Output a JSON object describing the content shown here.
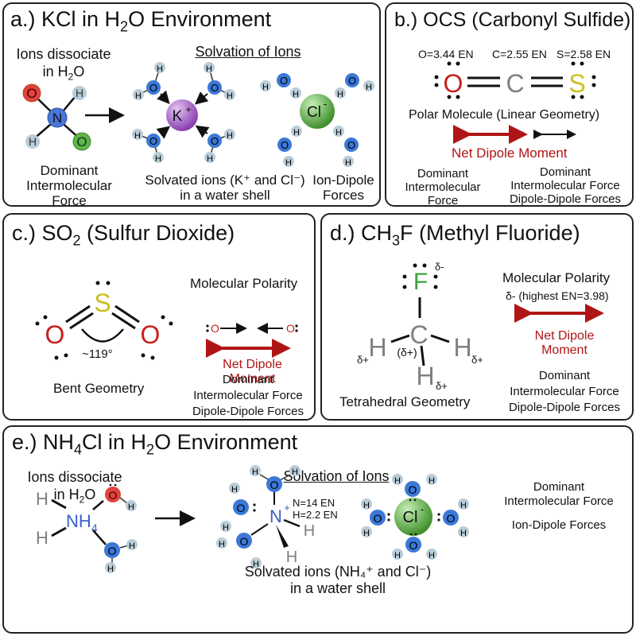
{
  "colors": {
    "oxygen_blue": "#3b78d8",
    "oxygen_red": "#e0443e",
    "hydrogen": "#b9ccd8",
    "nitrogen": "#4a74d6",
    "potassium": "#a65bc9",
    "chloride": "#5fb548",
    "sulfur": "#c8c020",
    "fluorine": "#3aa23a",
    "carbon_gray": "#808080",
    "dipole_red": "#b01515"
  },
  "panel_a": {
    "title_prefix": "a.) KCl in H",
    "title_sub": "2",
    "title_suffix": "O Environment",
    "ions_line1": "Ions dissociate",
    "ions_line2_prefix": "in H",
    "ions_line2_sub": "2",
    "ions_line2_suffix": "O",
    "solvation_heading": "Solvation of Ions",
    "reactant_atoms": {
      "n": "N",
      "o1": "O",
      "o2": "O",
      "h1": "H",
      "h2": "H"
    },
    "cation_label": "K",
    "cation_charge": "+",
    "anion_label": "Cl",
    "anion_charge": "-",
    "water_o": "O",
    "water_h": "H",
    "dominant_line1": "Dominant",
    "dominant_line2": "Intermolecular",
    "dominant_line3": "Force",
    "solvated_line1": "Solvated ions (K⁺ and Cl⁻)",
    "solvated_line2": "in a water shell",
    "force_line1": "Ion-Dipole",
    "force_line2": "Forces"
  },
  "panel_b": {
    "title": "b.) OCS (Carbonyl Sulfide)",
    "en_o": "O=3.44 EN",
    "en_c": "C=2.55 EN",
    "en_s": "S=2.58 EN",
    "atom_o": "O",
    "atom_c": "C",
    "atom_s": "S",
    "polar_label": "Polar Molecule (Linear Geometry)",
    "net_dipole": "Net Dipole Moment",
    "dominant_line1": "Dominant",
    "dominant_line2": "Intermolecular",
    "dominant_line3": "Force",
    "force_line1": "Dominant",
    "force_line2": "Intermolecular Force",
    "force_line3": "Dipole-Dipole Forces"
  },
  "panel_c": {
    "title_prefix": "c.) SO",
    "title_sub": "2",
    "title_suffix": " (Sulfur Dioxide)",
    "atom_s": "S",
    "atom_o": "O",
    "angle": "~119°",
    "geometry": "Bent Geometry",
    "polarity_heading": "Molecular Polarity",
    "polarity_o": "O",
    "net_dipole_line1": "Net Dipole",
    "net_dipole_line2": "Moment",
    "force_line1": "Dominant",
    "force_line2": "Intermolecular Force",
    "force_line3": "Dipole-Dipole Forces"
  },
  "panel_d": {
    "title_prefix": "d.) CH",
    "title_sub": "3",
    "title_suffix": "F (Methyl Fluoride)",
    "atom_f": "F",
    "atom_c": "C",
    "atom_h": "H",
    "delta_minus": "δ-",
    "delta_plus": "δ+",
    "carbon_delta": "(δ+)",
    "geometry": "Tetrahedral Geometry",
    "polarity_heading": "Molecular Polarity",
    "polarity_note": "δ- (highest EN=3.98)",
    "net_dipole_line1": "Net Dipole",
    "net_dipole_line2": "Moment",
    "force_line1": "Dominant",
    "force_line2": "Intermolecular Force",
    "force_line3": "Dipole-Dipole Forces"
  },
  "panel_e": {
    "title_prefix": "e.) NH",
    "title_sub1": "4",
    "title_mid": "Cl in H",
    "title_sub2": "2",
    "title_suffix": "O Environment",
    "ions_line1": "Ions dissociate",
    "ions_line2_prefix": "in H",
    "ions_line2_sub": "2",
    "ions_line2_suffix": "O",
    "nh4_label": "NH",
    "nh4_sub": "4",
    "solvation_heading": "Solvation of Ions",
    "en_n": "N=14 EN",
    "en_h": "H=2.2 EN",
    "cation_atom": "N",
    "cation_charge": "+",
    "anion_label": "Cl",
    "anion_charge": "-",
    "water_o": "O",
    "water_h": "H",
    "solvated_line1": "Solvated ions (NH₄⁺ and Cl⁻)",
    "solvated_line2": "in a water shell",
    "dominant_line1": "Dominant",
    "dominant_line2": "Intermolecular Force",
    "force": "Ion-Dipole Forces"
  }
}
